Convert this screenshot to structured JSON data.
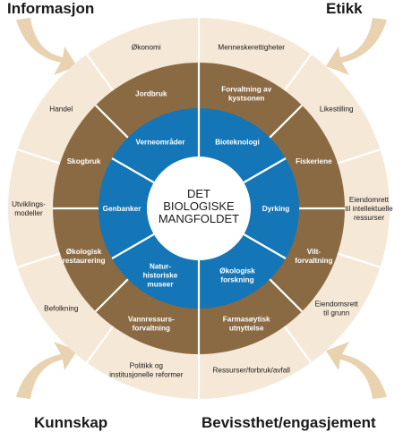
{
  "corners": {
    "top_left": "Informasjon",
    "top_right": "Etikk",
    "bottom_left": "Kunnskap",
    "bottom_right": "Bevissthet/engasjement"
  },
  "center": [
    "DET",
    "BIOLOGISKE",
    "MANGFOLDET"
  ],
  "outer_ring": [
    [
      "Menneskerettigheter"
    ],
    [
      "Likestilling"
    ],
    [
      "Eiendomrett",
      "til intellektuelle",
      "ressurser"
    ],
    [
      "Eiendomsrett",
      "til grunn"
    ],
    [
      "Ressurser/forbruk/avfall"
    ],
    [
      "Politikk og",
      "institusjonelle reformer"
    ],
    [
      "Befolkning"
    ],
    [
      "Utviklings-",
      "modeller"
    ],
    [
      "Handel"
    ],
    [
      "Økonomi"
    ]
  ],
  "middle_ring": [
    [
      "Forvaltning av",
      "kystsonen"
    ],
    [
      "Fiskeriene"
    ],
    [
      "Vilt-",
      "forvaltning"
    ],
    [
      "Farmasøytisk",
      "utnyttelse"
    ],
    [
      "Vannressurs-",
      "forvaltning"
    ],
    [
      "Økologisk",
      "restaurering"
    ],
    [
      "Skogbruk"
    ],
    [
      "Jordbruk"
    ]
  ],
  "inner_ring": [
    [
      "Bioteknologi"
    ],
    [
      "Dyrking"
    ],
    [
      "Økologisk",
      "forskning"
    ],
    [
      "Natur-",
      "historiske",
      "museer"
    ],
    [
      "Genbanker"
    ],
    [
      "Verneområder"
    ]
  ],
  "colors": {
    "outer": "#f6e8d6",
    "middle": "#8a6a43",
    "inner": "#1476b6",
    "center": "#ffffff",
    "arrow": "#e8d2b0",
    "divider": "#ffffff"
  }
}
